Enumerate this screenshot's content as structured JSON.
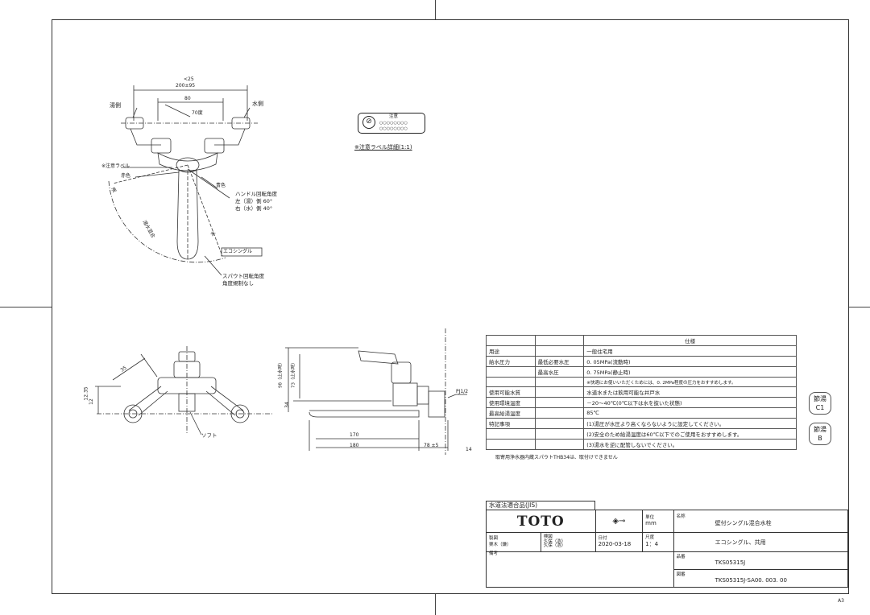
{
  "top_view": {
    "dim_outer": "<25",
    "dim_range": "200±95",
    "dim_center": "80",
    "dim_angle": "70度",
    "hot_side": "湯側",
    "cold_side": "水側",
    "caution_label": "※注意ラベル",
    "red_color": "赤色",
    "blue_color": "青色",
    "handle_angle_title": "ハンドル回転角度",
    "handle_angle_left": "左（湯）側 60°",
    "handle_angle_right": "右（水）側 40°",
    "eco_single": "エコシングル",
    "spout_angle_title": "スパウト回転角度",
    "spout_angle_note": "角度規制なし",
    "arc_hot": "湯",
    "arc_water": "水",
    "arc_mix": "湯水混合"
  },
  "label_detail": {
    "caption": "※注意ラベル詳細(1:1)",
    "label_title": "注意",
    "label_text1": "○○○○○○○○",
    "label_text2": "○○○○○○○○"
  },
  "front_view": {
    "dim_35": "35",
    "dim_1235": "12.35",
    "dim_12": "12",
    "soft": "ソフト"
  },
  "side_view": {
    "dim_98": "98（止水時）",
    "dim_73": "73（止水時）",
    "dim_34": "34",
    "dim_170": "170",
    "dim_180": "180",
    "dim_78": "78 ±5",
    "dim_14": "14",
    "thread": "PJ1/2"
  },
  "spec": {
    "header": "仕様",
    "rows": [
      {
        "label": "用途",
        "sub": "",
        "value": "一般住宅用"
      },
      {
        "label": "給水圧力",
        "sub": "最低必要水圧",
        "value": "0. 05MPa(流動時)"
      },
      {
        "label": "",
        "sub": "最高水圧",
        "value": "0. 75MPa(静止時)"
      },
      {
        "label": "",
        "sub": "",
        "value": "※快適にお使いいただくためには、0. 2MPa程度の圧力をおすすめします。"
      },
      {
        "label": "使用可能水質",
        "sub": "",
        "value": "水道水または飲用可能な井戸水"
      },
      {
        "label": "使用環境温度",
        "sub": "",
        "value": "－20～40℃(0℃以下は水を抜いた状態)"
      },
      {
        "label": "最高給湯温度",
        "sub": "",
        "value": "85℃"
      },
      {
        "label": "特記事項",
        "sub": "",
        "value": "(1)湯圧が水圧より高くならないように設定してください。"
      },
      {
        "label": "",
        "sub": "",
        "value": "(2)安全のため給湯温度は60℃以下でのご使用をおすすめします。"
      },
      {
        "label": "",
        "sub": "",
        "value": "(3)湯水を逆に配管しないでください。"
      }
    ]
  },
  "note_below": "取寄用浄水器内蔵スパウトTHB34は、取付けできません",
  "stamps": {
    "s1_top": "節湯",
    "s1_bottom": "C1",
    "s2_top": "節湯",
    "s2_bottom": "B"
  },
  "title_block": {
    "jis": "水道法適合品(JIS)",
    "brand": "TOTO",
    "unit_label": "単位",
    "unit": "mm",
    "name_label": "名称",
    "name1": "壁付シングル混合水栓",
    "name2": "エコシングル、共用",
    "draft_label": "製図",
    "draft_value": "栗木（鎌）",
    "check_label": "検図",
    "check1": "久保（浩）",
    "check2": "久保（浩）",
    "date_label": "日付",
    "date": "2020-03-18",
    "scale_label": "尺度",
    "scale": "1：4",
    "part_label": "品番",
    "part": "TKS05315J",
    "remarks_label": "備考",
    "drawing_label": "図番",
    "drawing": "TKS05315J-SA00. 003. 00"
  },
  "sheet_size": "A3"
}
